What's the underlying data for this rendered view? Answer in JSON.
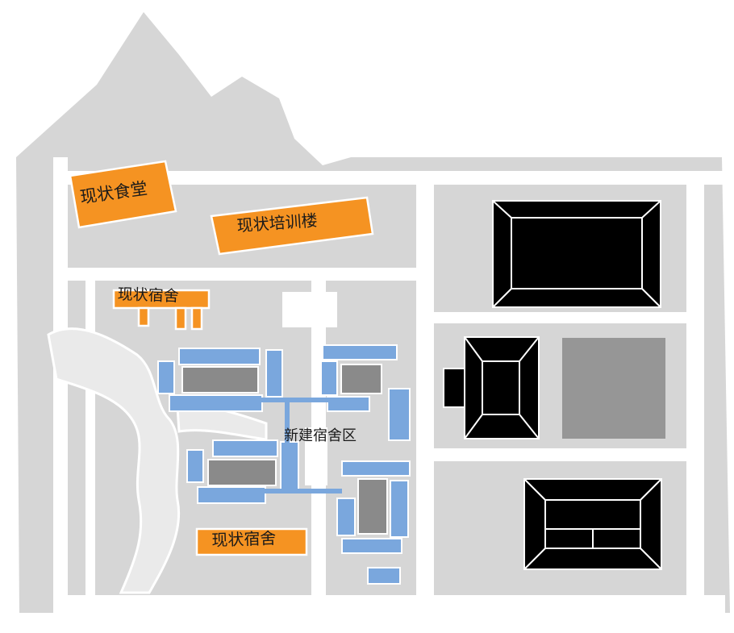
{
  "labels": {
    "canteen": "现状食堂",
    "training": "现状培训楼",
    "dorm_upper": "现状宿舍",
    "dorm_lower": "现状宿舍",
    "new_dorm_area": "新建宿舍区"
  },
  "colors": {
    "ground": "#d6d6d6",
    "road": "#ffffff",
    "existing": "#f59322",
    "new_roof": "#7aa7dd",
    "new_courtyard": "#8a8a8a",
    "other_building": "#000000",
    "open_lot": "#969696",
    "landscape": "#eaeaea"
  }
}
